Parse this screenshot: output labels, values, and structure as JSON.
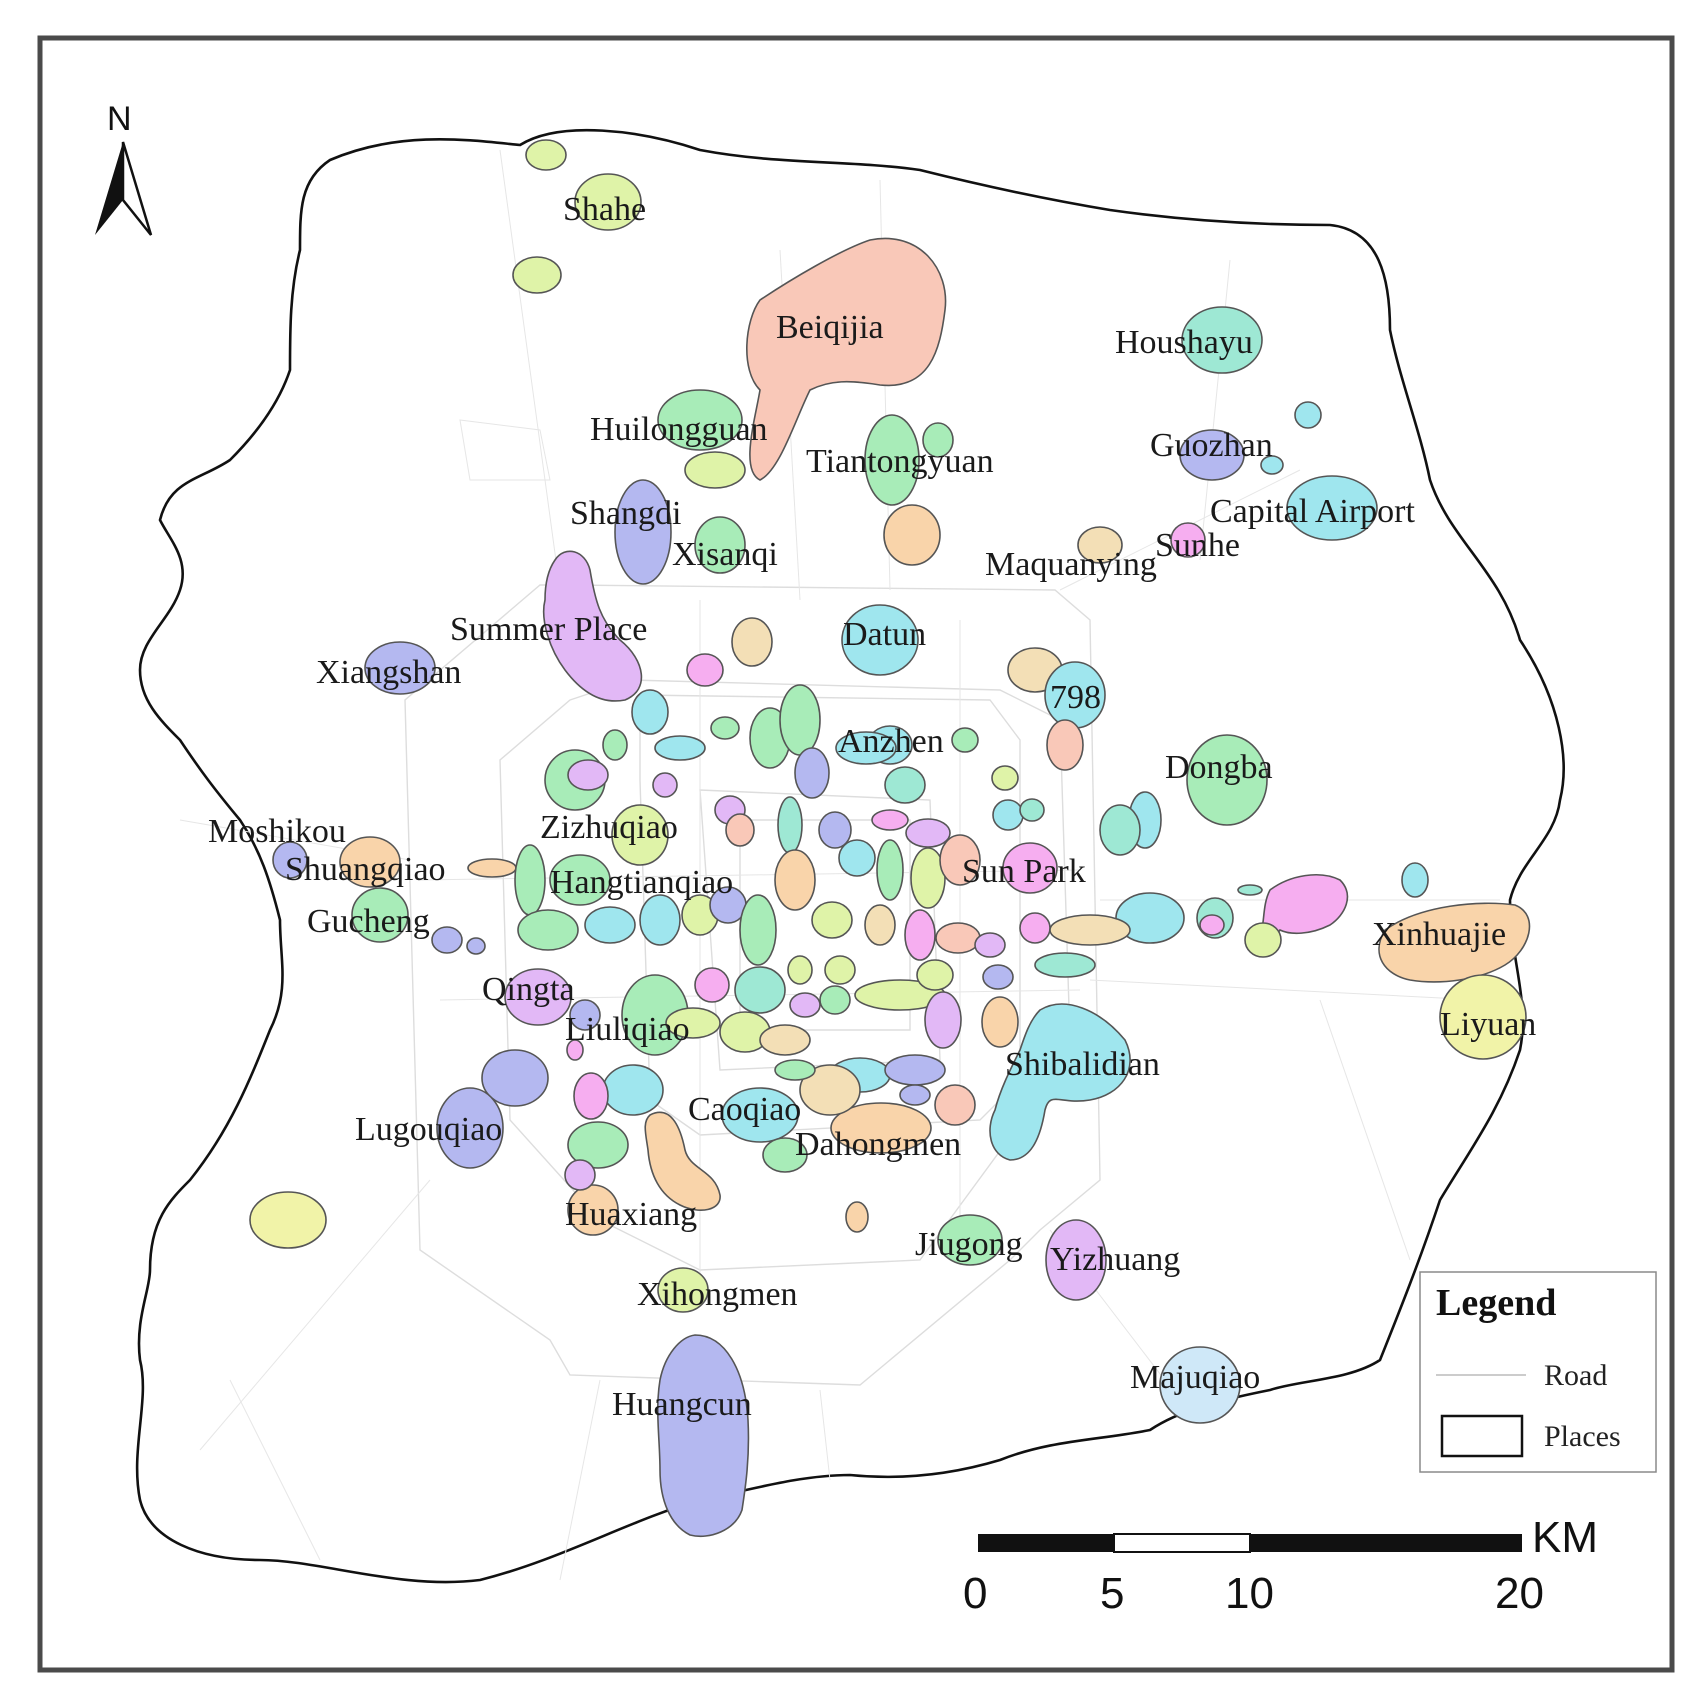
{
  "north_arrow": {
    "label": "N",
    "icon": "north-arrow-icon"
  },
  "legend": {
    "title": "Legend",
    "items": [
      {
        "label": "Road",
        "symbol": "line",
        "color": "#cccccc"
      },
      {
        "label": "Places",
        "symbol": "box",
        "color": "#ffffff"
      }
    ]
  },
  "scale_bar": {
    "unit": "KM",
    "ticks": [
      {
        "label": "0",
        "value": 0
      },
      {
        "label": "5",
        "value": 5
      },
      {
        "label": "10",
        "value": 10
      },
      {
        "label": "20",
        "value": 20
      }
    ]
  },
  "places": [
    "Shahe",
    "Beiqijia",
    "Houshayu",
    "Huilongguan",
    "Tiantongyuan",
    "Guozhan",
    "Shangdi",
    "Xisanqi",
    "Capital Airport",
    "Sunhe",
    "Maquanying",
    "Summer Place",
    "Datun",
    "Xiangshan",
    "798",
    "Anzhen",
    "Dongba",
    "Zizhuqiao",
    "Moshikou",
    "Shuangqiao",
    "Sun Park",
    "Hangtianqiao",
    "Gucheng",
    "Xinhuajie",
    "Qingta",
    "Liuliqiao",
    "Liyuan",
    "Shibalidian",
    "Lugouqiao",
    "Caoqiao",
    "Dahongmen",
    "Huaxiang",
    "Jiugong",
    "Yizhuang",
    "Xihongmen",
    "Majuqiao",
    "Huangcun"
  ],
  "colors": {
    "pink": "#f9c8b8",
    "green": "#a8ecb8",
    "blue": "#b4b8f0",
    "cyan": "#9fe6ee",
    "orange": "#f9d4aa",
    "yellow": "#f1f3a8",
    "lime": "#dff3a8",
    "magenta": "#f6aef0",
    "lavender": "#e2b8f6",
    "teal": "#9ee8d4",
    "tan": "#f3dfb6",
    "skyblue": "#cfe8f8"
  }
}
